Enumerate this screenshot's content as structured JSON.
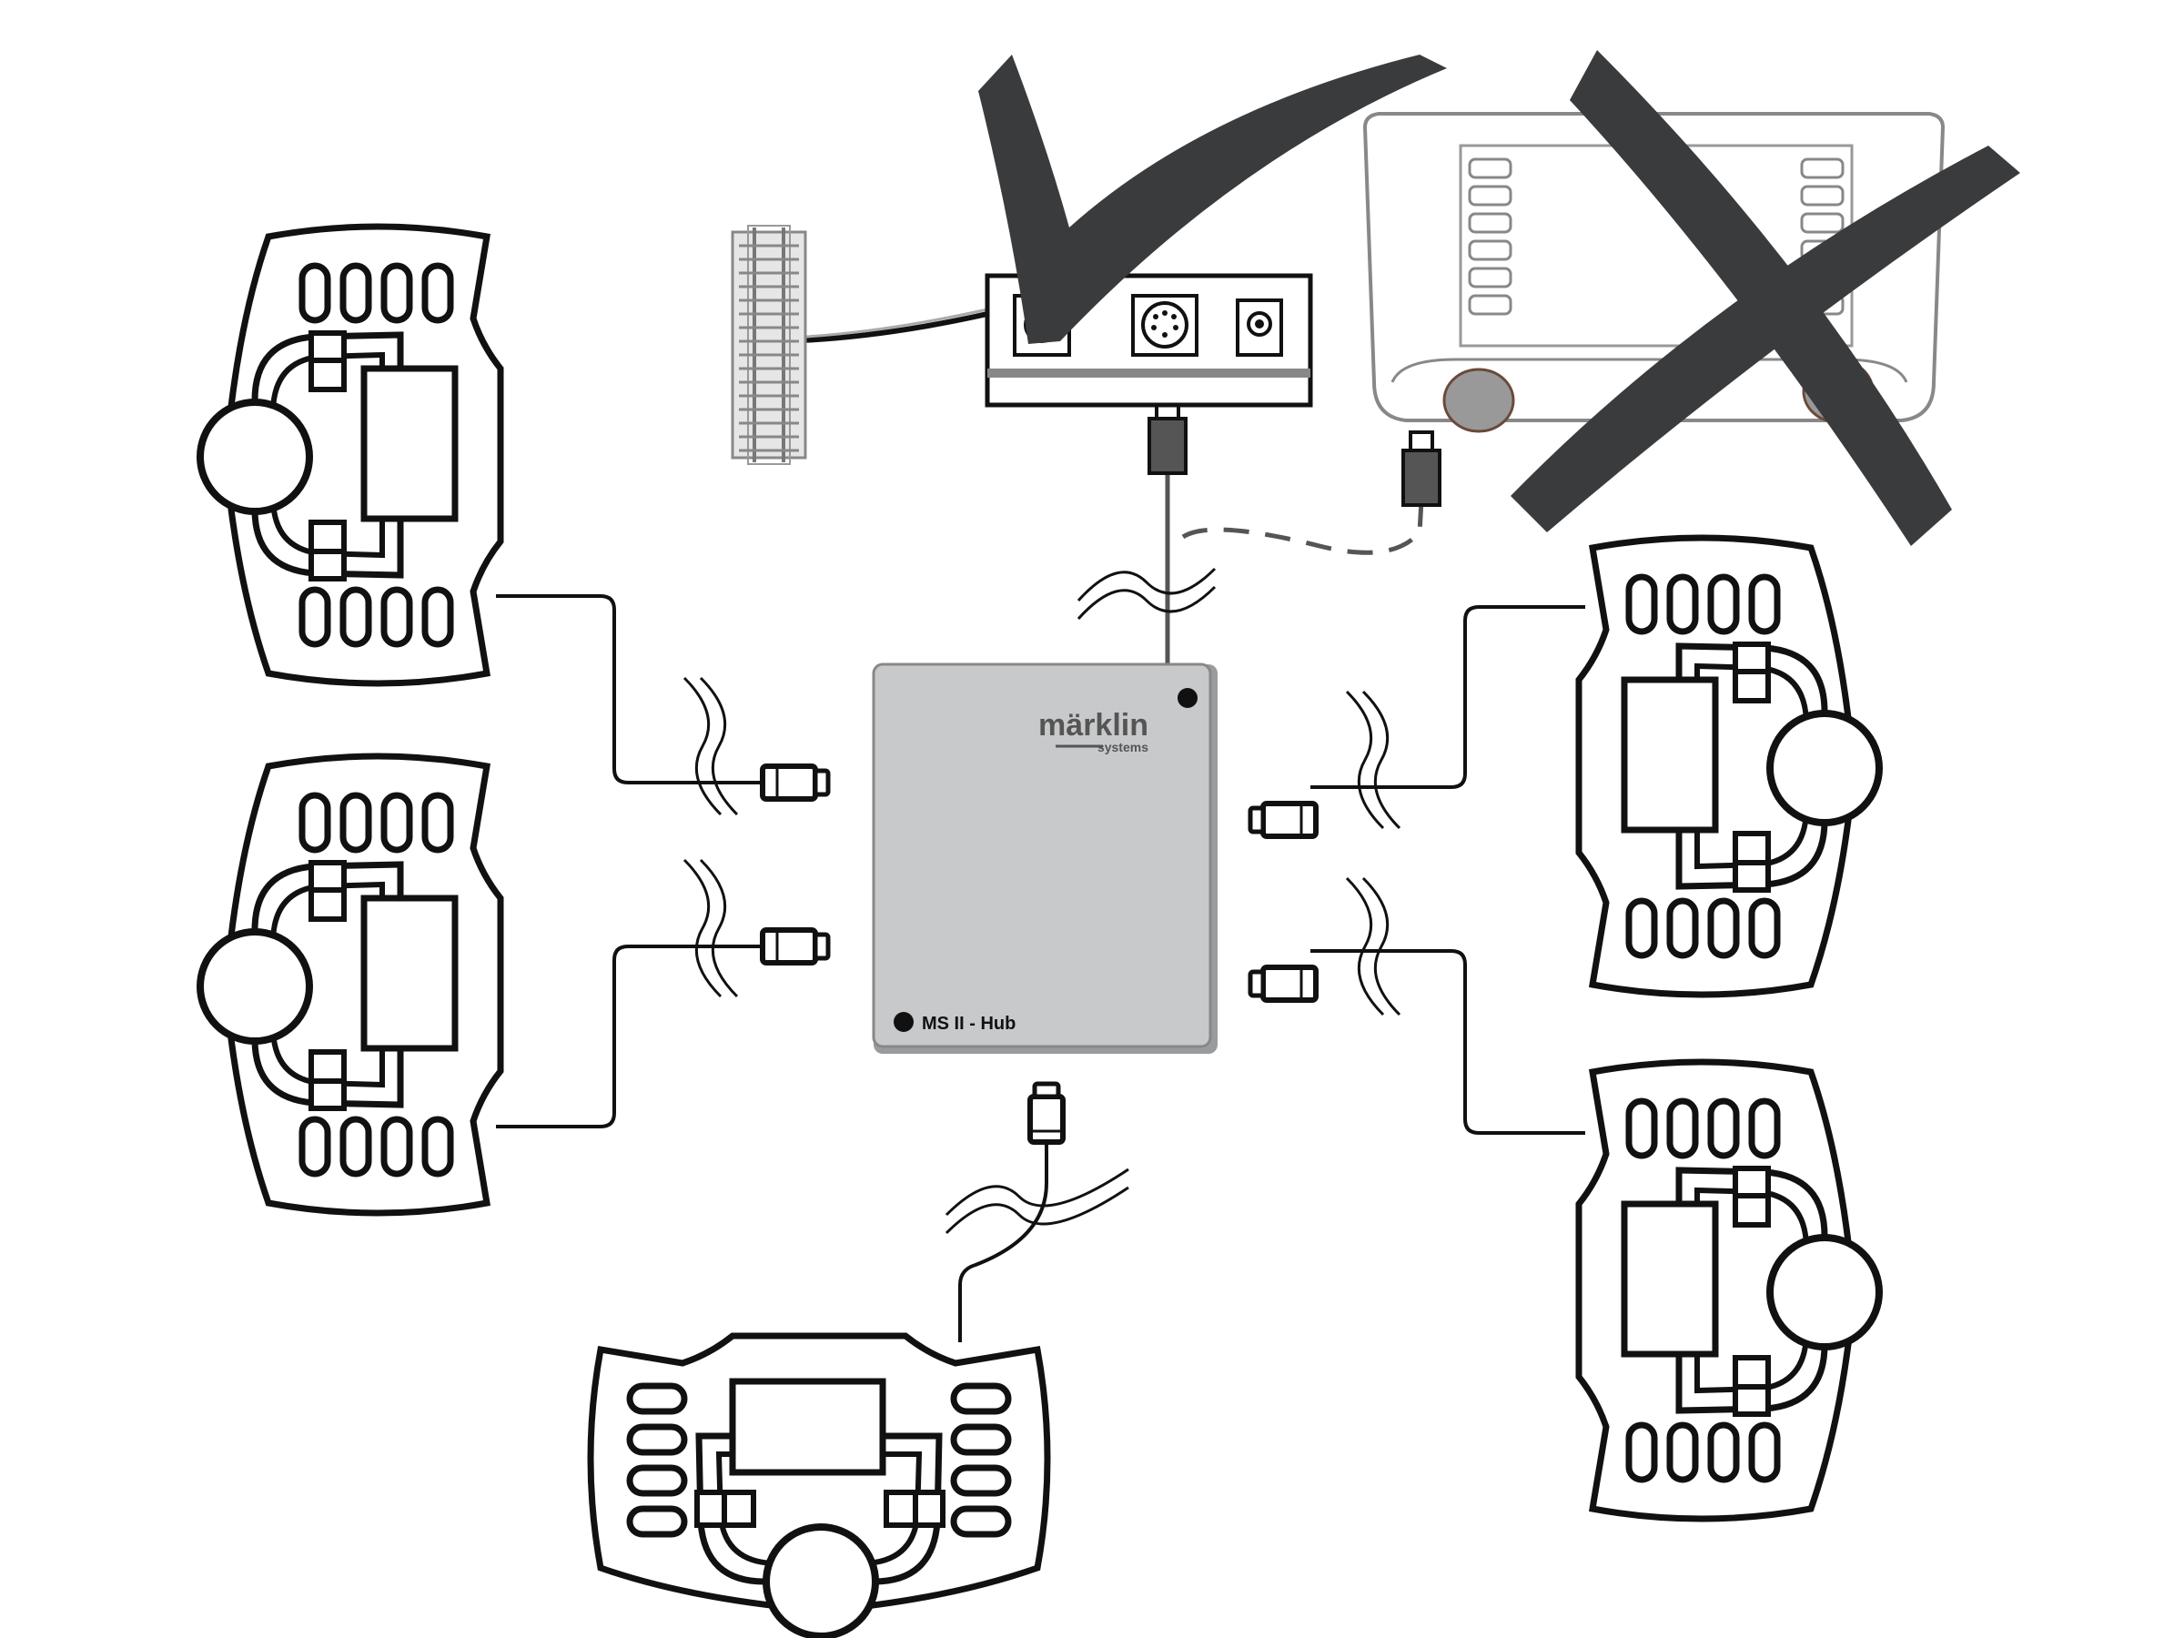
{
  "hub": {
    "brand": "märklin",
    "brand_sub": "systems",
    "label": "MS II - Hub"
  },
  "status": {
    "allowed_connection": "check-mark-icon",
    "forbidden_connection": "cross-mark-icon"
  },
  "colors": {
    "outline": "#111111",
    "hub_fill": "#c8c9cb",
    "hub_edge": "#9a9b9d",
    "mark_fill": "#3a3b3d",
    "cable_dash": "#555555",
    "connector_gray": "#8c8c8c"
  }
}
